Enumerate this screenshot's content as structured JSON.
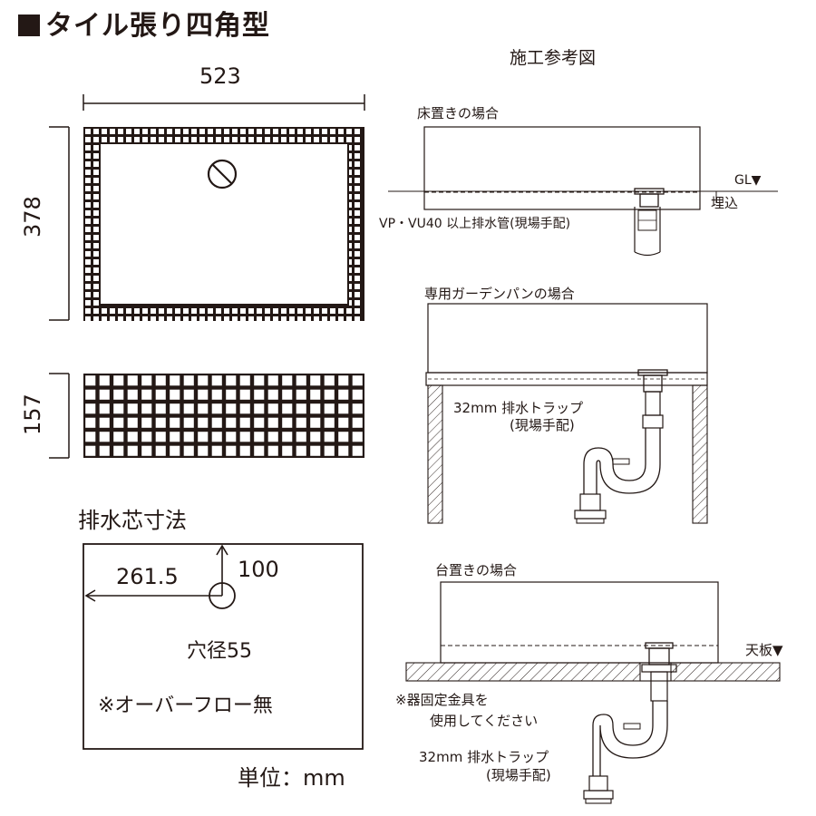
{
  "page": {
    "title": "タイル張り四角型",
    "construction_title": "施工参考図",
    "unit_label": "単位：mm"
  },
  "dimensions": {
    "width": "523",
    "depth": "378",
    "height": "157"
  },
  "drain": {
    "heading": "排水芯寸法",
    "x_offset": "261.5",
    "y_offset": "100",
    "hole_label": "穴径55",
    "overflow_note": "※オーバーフロー無"
  },
  "floor_install": {
    "title": "床置きの場合",
    "gl_label": "GL▼",
    "buried_label": "埋込",
    "pipe_note": "VP・VU40 以上排水管(現場手配)"
  },
  "garden_pan_install": {
    "title": "専用ガーデンパンの場合",
    "trap_label": "32mm 排水トラップ",
    "trap_sub": "(現場手配)"
  },
  "counter_install": {
    "title": "台置きの場合",
    "counter_label": "天板▼",
    "fixing_note_1": "※器固定金具を",
    "fixing_note_2": "使用してください",
    "trap_label": "32mm 排水トラップ",
    "trap_sub": "(現場手配)"
  }
}
